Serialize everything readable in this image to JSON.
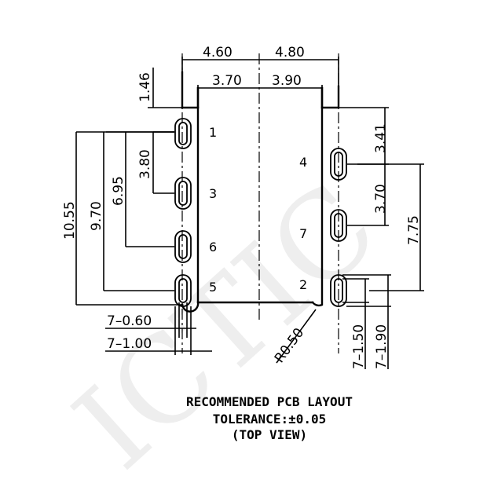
{
  "watermark": "ICTIC",
  "dims": {
    "top_left": "4.60",
    "top_right": "4.80",
    "inner_left": "3.70",
    "inner_right": "3.90",
    "left_1_46": "1.46",
    "left_3_80": "3.80",
    "left_6_95": "6.95",
    "left_9_70": "9.70",
    "left_10_55": "10.55",
    "right_3_41": "3.41",
    "right_3_70": "3.70",
    "right_7_75": "7.75",
    "bottom_slot_w": "7–0.60",
    "bottom_pad_w": "7–1.00",
    "radius": "R0.50",
    "right_1_50": "7–1.50",
    "right_1_90": "7–1.90"
  },
  "pins": [
    "1",
    "3",
    "6",
    "5",
    "4",
    "7",
    "2"
  ],
  "caption": {
    "line1": "RECOMMENDED PCB LAYOUT",
    "line2": "TOLERANCE:±0.05",
    "line3": "(TOP VIEW)"
  }
}
